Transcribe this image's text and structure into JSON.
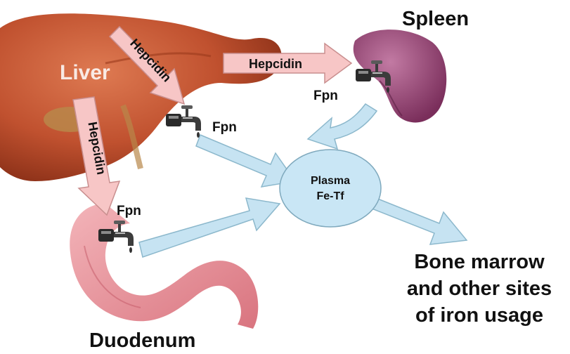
{
  "organs": {
    "liver": "Liver",
    "spleen": "Spleen",
    "duodenum": "Duodenum"
  },
  "plasma": {
    "line1": "Plasma",
    "line2": "Fe-Tf"
  },
  "hepcidin": {
    "to_spleen": "Hepcidin",
    "to_liver_fpn": "Hepcidin",
    "to_duodenum": "Hepcidin"
  },
  "ferroportin": {
    "liver": "Fpn",
    "spleen": "Fpn",
    "duodenum": "Fpn"
  },
  "destination": {
    "line1": "Bone marrow",
    "line2": "and other sites",
    "line3": "of iron usage"
  },
  "colors": {
    "liver": "#c0512f",
    "spleen": "#9a4a78",
    "duodenum": "#e79aa2",
    "hepcidin_arrow": "#f7c6c6",
    "iron_arrow": "#c6e3f2",
    "plasma": "#c9e6f5"
  },
  "icons": [
    "faucet-icon"
  ]
}
